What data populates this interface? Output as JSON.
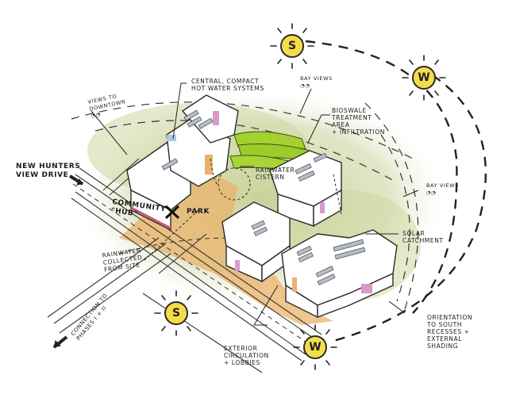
{
  "diagram": {
    "type": "architectural-site-sketch",
    "colors": {
      "sun_fill": "#f5dd4a",
      "landscape_green": "#c9d29a",
      "bioswale_green": "#9ccc2a",
      "ground_orange": "#eab36a",
      "building_white": "#ffffff",
      "accent_pink": "#d99ac8",
      "accent_blue": "#a9c9e6",
      "ink": "#2a2a2a"
    },
    "suns": [
      {
        "id": "sun-north-s",
        "letter": "S"
      },
      {
        "id": "sun-east-w",
        "letter": "W"
      },
      {
        "id": "sun-south-s",
        "letter": "S"
      },
      {
        "id": "sun-south-w",
        "letter": "W"
      }
    ],
    "labels": {
      "central_hot_water": "CENTRAL, COMPACT\nHOT WATER SYSTEMS",
      "bay_views_top": "BAY VIEWS\n  ◔◔",
      "views_downtown": "VIEWS TO\nDOWNTOWN\n    ◔◔",
      "bioswale": "BIOSWALE\nTREATMENT\nAREA\n+ INFILTRATION",
      "new_hunters_view": "NEW HUNTERS\nVIEW DRIVE",
      "rainwater_cistern": "RAINWATER\nCISTERN",
      "bay_views_right": "BAY VIEWS\n◔◔",
      "community_hub": "COMMUNITY\n\"HUB\"",
      "park": "PARK",
      "solar_catchment": "SOLAR\nCATCHMENT",
      "rainwater_collected": "RAINWATER\nCOLLECTED\nFROM SITE",
      "connection_phases": "CONNECTION TO\nPHASES I + II",
      "orientation": "ORIENTATION\nTO SOUTH\nRECESSES +\nEXTERNAL\nSHADING",
      "exterior_circulation": "EXTERIOR\nCIRCULATION\n+ LOBBIES"
    }
  }
}
